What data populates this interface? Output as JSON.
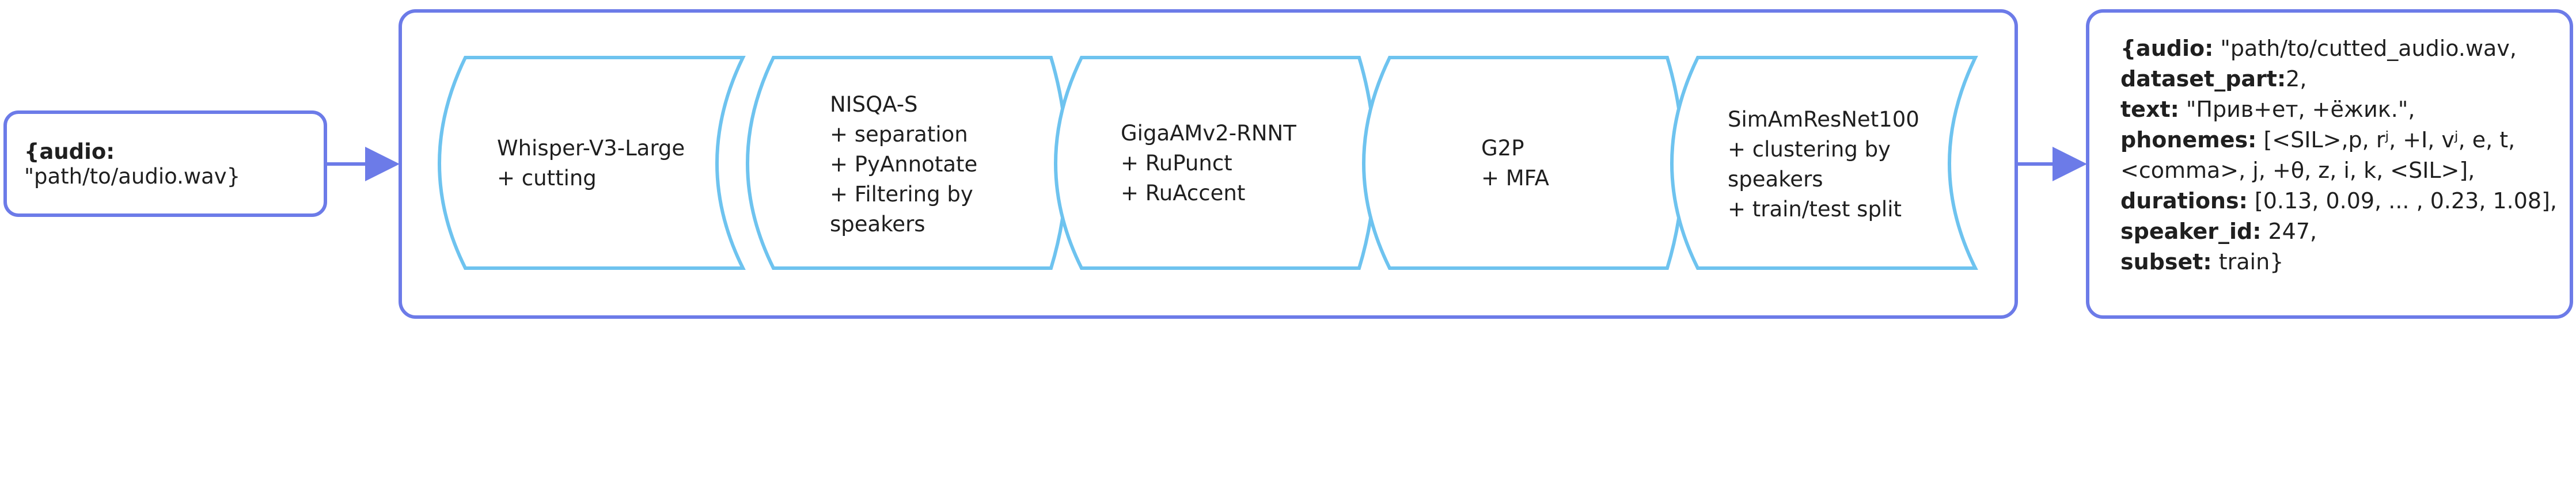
{
  "input": {
    "key": "{audio:",
    "value": " \"path/to/audio.wav}"
  },
  "stages": [
    {
      "lines": [
        "Whisper-V3-Large",
        "+ cutting"
      ]
    },
    {
      "lines": [
        "NISQA-S",
        "+ separation",
        "+ PyAnnotate",
        "+ Filtering by",
        "speakers"
      ]
    },
    {
      "lines": [
        "GigaAMv2-RNNT",
        "+ RuPunct",
        "+ RuAccent"
      ]
    },
    {
      "lines": [
        "G2P",
        "+ MFA"
      ]
    },
    {
      "lines": [
        "SimAmResNet100",
        "+ clustering by",
        "speakers",
        "+ train/test split"
      ]
    }
  ],
  "output": {
    "lines": [
      {
        "key": "{audio:",
        "value": " \"path/to/cutted_audio.wav,"
      },
      {
        "key": "dataset_part:",
        "value": "2,"
      },
      {
        "key": "text:",
        "value": " \"Прив+ет, +ёжик.\","
      },
      {
        "key": "phonemes:",
        "value": " [<SIL>,p, rʲ, +I, vʲ, e, t,"
      },
      {
        "key": "",
        "value": "<comma>, j, +θ, z, i, k, <SIL>],"
      },
      {
        "key": "durations:",
        "value": " [0.13, 0.09, ... , 0.23, 1.08],"
      },
      {
        "key": "speaker_id:",
        "value": " 247,"
      },
      {
        "key": "subset:",
        "value": " train}"
      }
    ]
  },
  "colors": {
    "box_border": "#6c7be8",
    "stage_border": "#6ec3ef",
    "arrow": "#6c7be8"
  }
}
